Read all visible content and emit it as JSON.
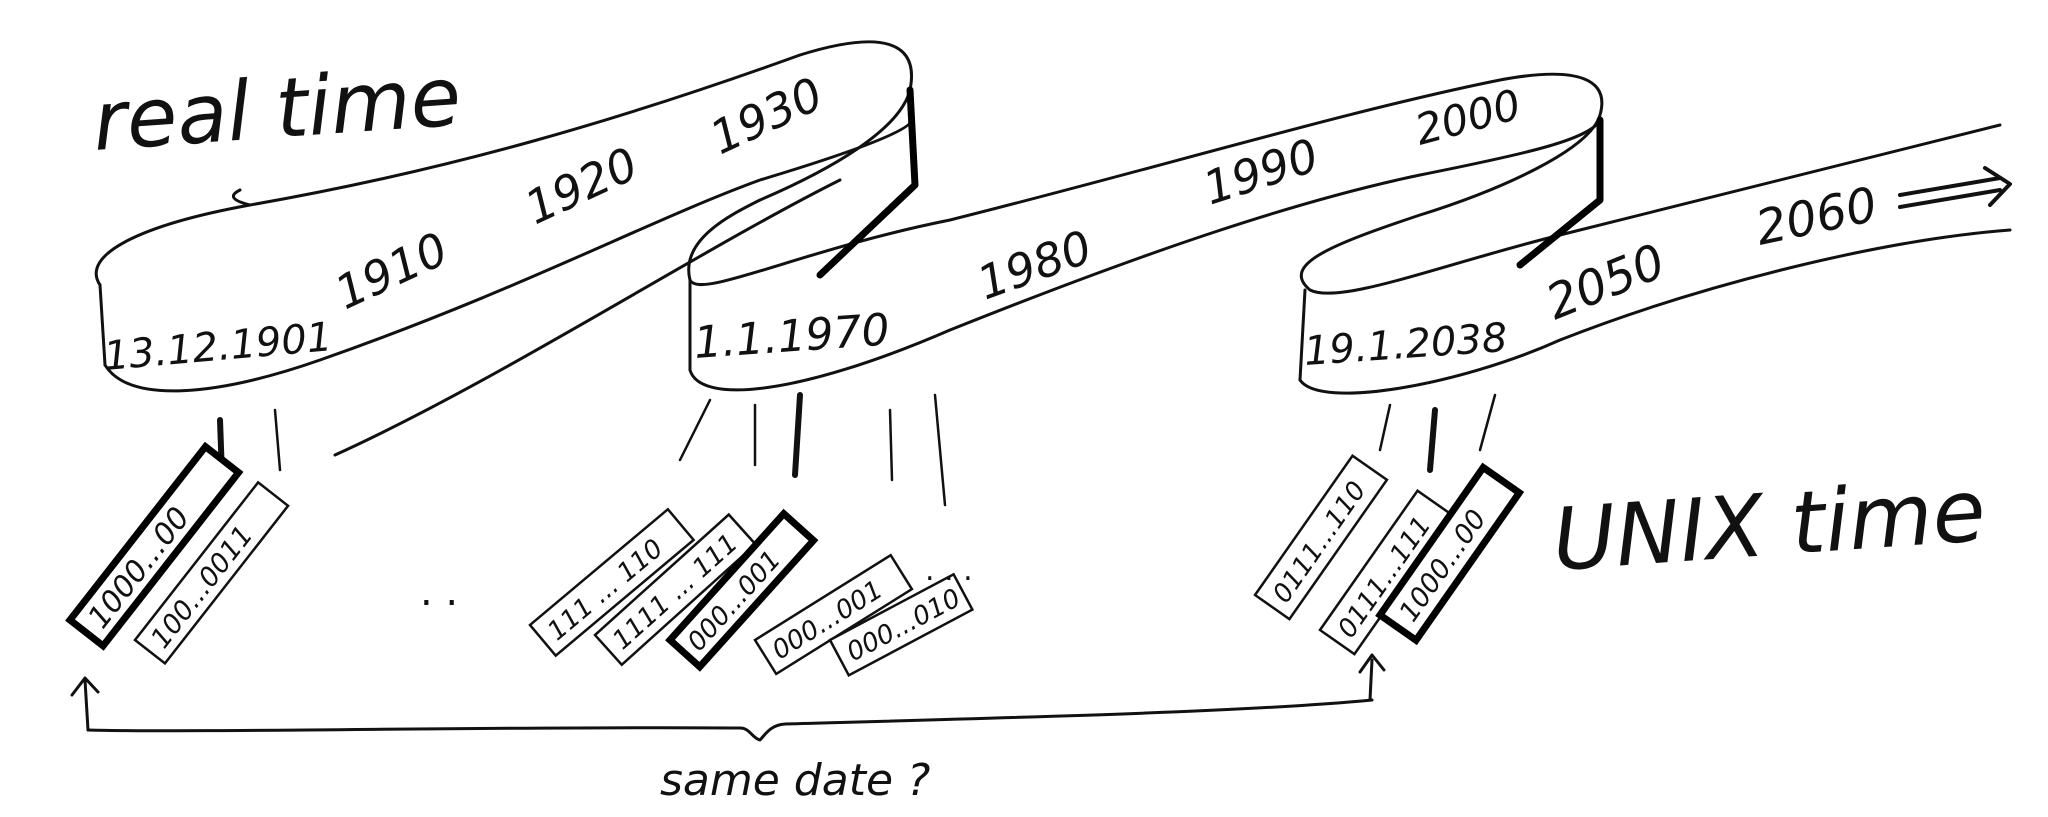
{
  "title_real": "real time",
  "title_unix": "UNIX time",
  "years": [
    "1910",
    "1920",
    "1930",
    "1980",
    "1990",
    "2000",
    "2050",
    "2060"
  ],
  "dates": [
    "13.12.1901",
    "1.1.1970",
    "19.1.2038"
  ],
  "registers": {
    "group1": [
      "1000...00",
      "100...0011"
    ],
    "group2": [
      "111 ... 110",
      "1111 ... 111",
      "000...001",
      "000...001",
      "000...010"
    ],
    "group3": [
      "0111...110",
      "0111...111",
      "1000...00"
    ]
  },
  "ellipsis": ". .",
  "trailing_dots": ". . .",
  "question": "same date ?",
  "colors": {
    "ink": "#111111",
    "background": "#ffffff"
  }
}
